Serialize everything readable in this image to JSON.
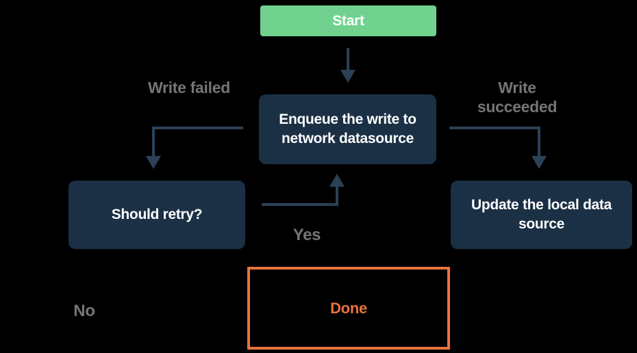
{
  "theme": {
    "background": "#000000",
    "node-fill": "#1b3045",
    "node-text": "#ffffff",
    "start-fill": "#71d28f",
    "line-color": "#2b4156",
    "label-color": "#757575",
    "accent-orange": "#e8743c"
  },
  "diagram": {
    "nodes": {
      "start": {
        "label": "Start"
      },
      "enqueue": {
        "label": "Enqueue the write to network datasource"
      },
      "should_retry": {
        "label": "Should retry?"
      },
      "update_local": {
        "label": "Update the local data source"
      },
      "done": {
        "label": "Done"
      }
    },
    "edge_labels": {
      "write_failed": "Write failed",
      "write_succeeded": "Write succeeded",
      "yes": "Yes",
      "no": "No"
    }
  }
}
